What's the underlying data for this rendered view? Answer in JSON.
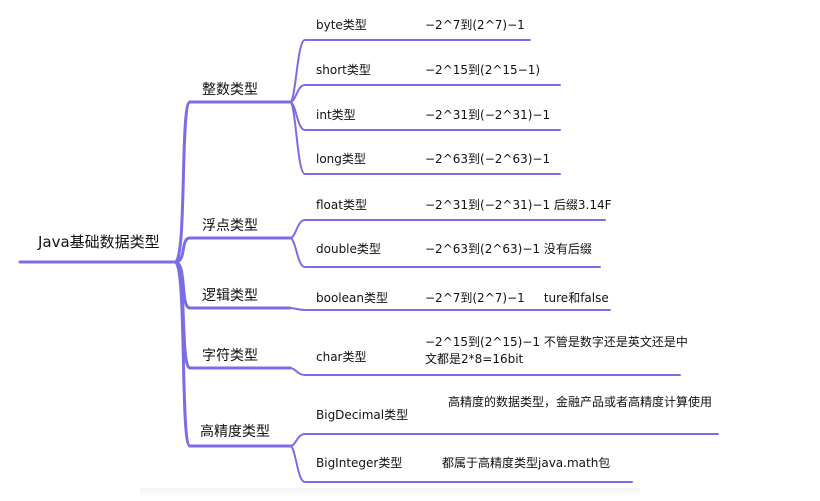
{
  "mindmap": {
    "root": "Java基础数据类型",
    "colors": {
      "branch": "#7b6de6",
      "text": "#111111"
    },
    "categories": [
      {
        "label": "整数类型",
        "items": [
          {
            "name": "byte类型",
            "desc": "−2^7到(2^7)−1"
          },
          {
            "name": "short类型",
            "desc": "−2^15到(2^15−1)"
          },
          {
            "name": "int类型",
            "desc": "−2^31到(−2^31)−1"
          },
          {
            "name": "long类型",
            "desc": "−2^63到(−2^63)−1"
          }
        ]
      },
      {
        "label": "浮点类型",
        "items": [
          {
            "name": "float类型",
            "desc": "−2^31到(−2^31)−1 后缀3.14F"
          },
          {
            "name": "double类型",
            "desc": "−2^63到(2^63)−1 没有后缀"
          }
        ]
      },
      {
        "label": "逻辑类型",
        "items": [
          {
            "name": "boolean类型",
            "desc": "−2^7到(2^7)−1     ture和false"
          }
        ]
      },
      {
        "label": "字符类型",
        "items": [
          {
            "name": "char类型",
            "desc_line1": "−2^15到(2^15)−1 不管是数字还是英文还是中",
            "desc_line2": "文都是2*8=16bit"
          }
        ]
      },
      {
        "label": "高精度类型",
        "items": [
          {
            "name": "BigDecimal类型",
            "desc": "高精度的数据类型，金融产品或者高精度计算使用"
          },
          {
            "name": "BigInteger类型",
            "desc": "都属于高精度类型java.math包"
          }
        ]
      }
    ]
  }
}
